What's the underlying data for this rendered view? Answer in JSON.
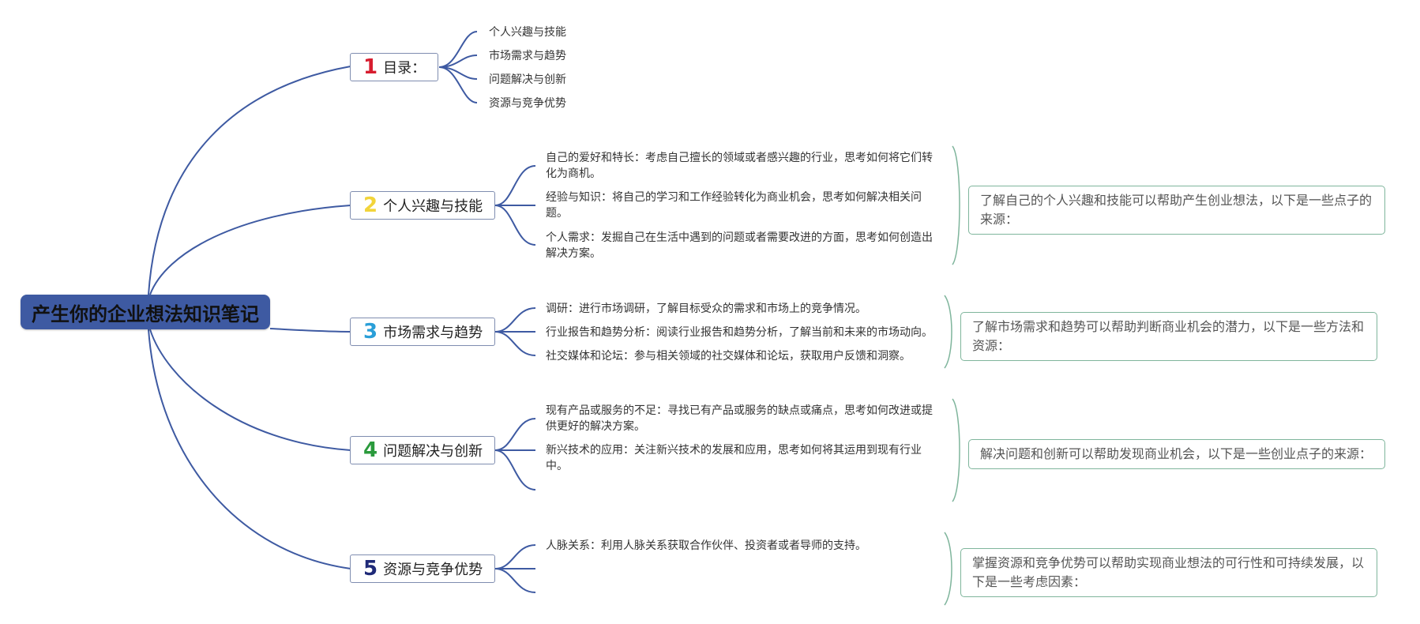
{
  "root": {
    "title": "产生你的企业想法知识笔记"
  },
  "branches": [
    {
      "number": "1",
      "label": "目录：",
      "number_color": "#d71d2f",
      "items": [
        "个人兴趣与技能",
        "市场需求与趋势",
        "问题解决与创新",
        "资源与竞争优势"
      ],
      "note": ""
    },
    {
      "number": "2",
      "label": "个人兴趣与技能",
      "number_color": "#f2d43a",
      "items": [
        "自己的爱好和特长：考虑自己擅长的领域或者感兴趣的行业，思考如何将它们转化为商机。",
        "经验与知识：将自己的学习和工作经验转化为商业机会，思考如何解决相关问题。",
        "个人需求：发掘自己在生活中遇到的问题或者需要改进的方面，思考如何创造出解决方案。"
      ],
      "note": "了解自己的个人兴趣和技能可以帮助产生创业想法，以下是一些点子的来源："
    },
    {
      "number": "3",
      "label": "市场需求与趋势",
      "number_color": "#2a9fd8",
      "items": [
        "调研：进行市场调研，了解目标受众的需求和市场上的竞争情况。",
        "行业报告和趋势分析：阅读行业报告和趋势分析，了解当前和未来的市场动向。",
        "社交媒体和论坛：参与相关领域的社交媒体和论坛，获取用户反馈和洞察。"
      ],
      "note": "了解市场需求和趋势可以帮助判断商业机会的潜力，以下是一些方法和资源："
    },
    {
      "number": "4",
      "label": "问题解决与创新",
      "number_color": "#2a9a3c",
      "items": [
        "现有产品或服务的不足：寻找已有产品或服务的缺点或痛点，思考如何改进或提供更好的解决方案。",
        "新兴技术的应用：关注新兴技术的发展和应用，思考如何将其运用到现有行业中。"
      ],
      "note": "解决问题和创新可以帮助发现商业机会，以下是一些创业点子的来源："
    },
    {
      "number": "5",
      "label": "资源与竞争优势",
      "number_color": "#1f2a78",
      "items": [
        "人脉关系：利用人脉关系获取合作伙伴、投资者或者导师的支持。"
      ],
      "note": "掌握资源和竞争优势可以帮助实现商业想法的可行性和可持续发展，以下是一些考虑因素："
    }
  ],
  "colors": {
    "root_fill": "#3e5aa2",
    "connector": "#3e5aa2",
    "branch_border": "#7f8db0",
    "note_border": "#7fb59c"
  }
}
